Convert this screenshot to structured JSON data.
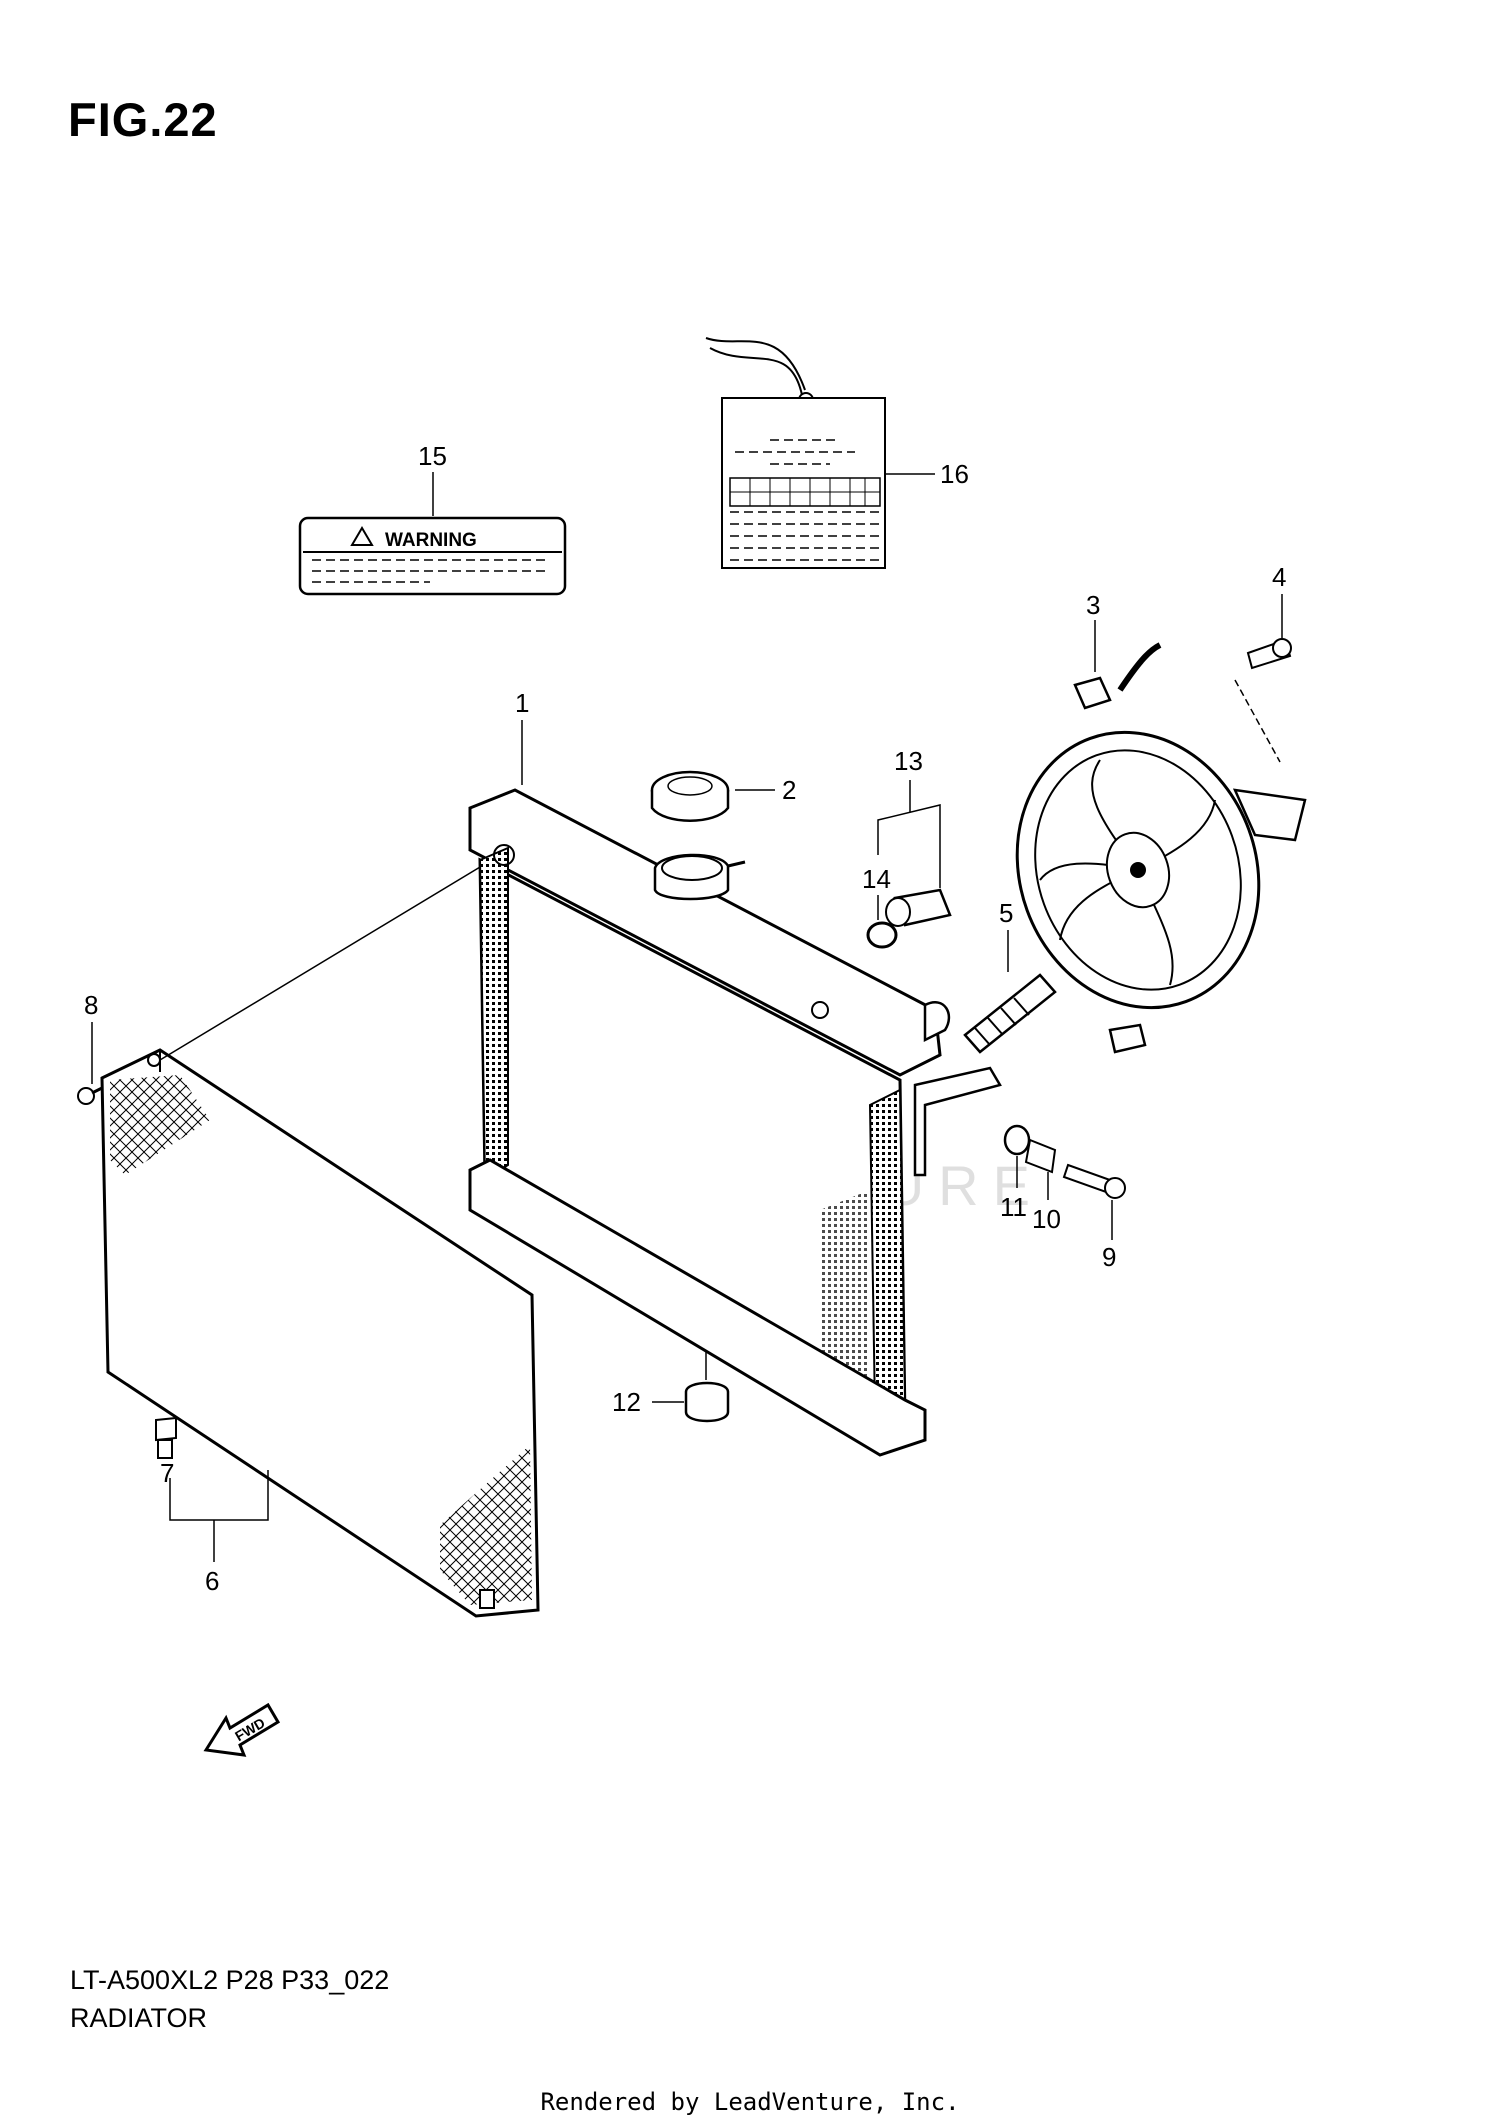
{
  "figure": {
    "title": "FIG.22",
    "model_code": "LT-A500XL2 P28 P33_022",
    "name": "RADIATOR"
  },
  "watermark": "LEADVENTURE",
  "rendered_by": "Rendered by LeadVenture, Inc.",
  "labels": {
    "warning_text": "WARNING",
    "fwd_text": "FWD"
  },
  "callouts": {
    "c1": "1",
    "c2": "2",
    "c3": "3",
    "c4": "4",
    "c5": "5",
    "c6": "6",
    "c7": "7",
    "c8": "8",
    "c9": "9",
    "c10": "10",
    "c11": "11",
    "c12": "12",
    "c13": "13",
    "c14": "14",
    "c15": "15",
    "c16": "16"
  }
}
